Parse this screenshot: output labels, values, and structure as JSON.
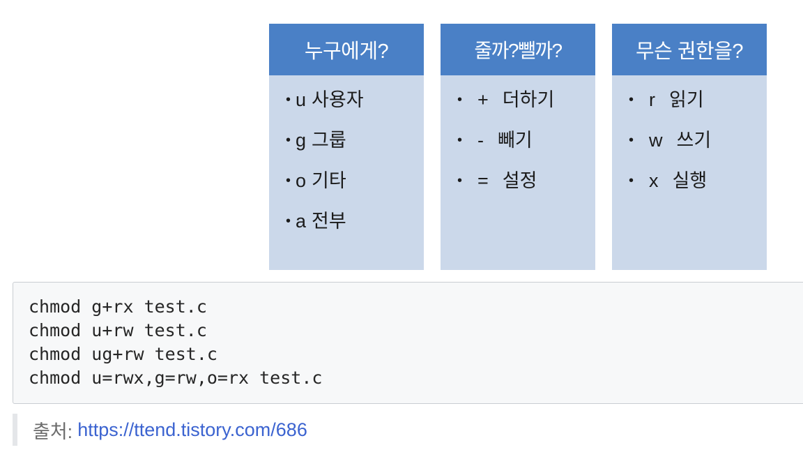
{
  "table": {
    "columns": [
      {
        "header": "누구에게?",
        "items": [
          {
            "key": "u",
            "label": "사용자"
          },
          {
            "key": "g",
            "label": "그룹"
          },
          {
            "key": "o",
            "label": "기타"
          },
          {
            "key": "a",
            "label": "전부"
          }
        ]
      },
      {
        "header": "줄까?뺄까?",
        "items": [
          {
            "key": "+",
            "label": "더하기"
          },
          {
            "key": "-",
            "label": "빼기"
          },
          {
            "key": "=",
            "label": "설정"
          }
        ]
      },
      {
        "header": "무슨 권한을?",
        "items": [
          {
            "key": "r",
            "label": "읽기"
          },
          {
            "key": "w",
            "label": "쓰기"
          },
          {
            "key": "x",
            "label": "실행"
          }
        ]
      }
    ],
    "bullet": "•"
  },
  "code": {
    "lines": [
      "chmod g+rx test.c",
      "chmod u+rw test.c",
      "chmod ug+rw test.c",
      "chmod u=rwx,g=rw,o=rx test.c"
    ]
  },
  "source": {
    "label": "출처:",
    "link_text": "https://ttend.tistory.com/686"
  },
  "colors": {
    "header_blue": "#4a80c6",
    "cell_blue": "#cbd8ea",
    "link_blue": "#3b63d0",
    "code_bg": "#f7f8f9",
    "code_border": "#c9cdd2",
    "quote_bar": "#e4e6e9"
  }
}
